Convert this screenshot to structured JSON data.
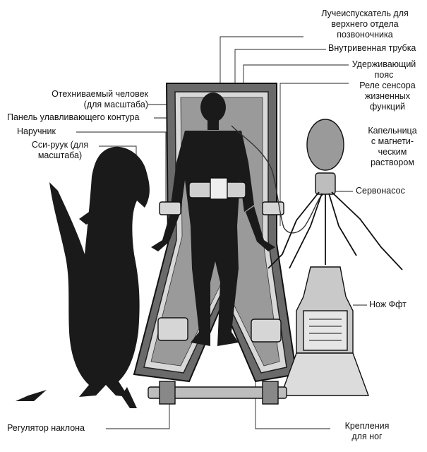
{
  "labels": {
    "spine_emitter": "Лучеиспускатель для\nверхнего отдела\nпозвоночника",
    "iv_tube": "Внутривенная трубка",
    "restraint_belt": "Удерживающий\nпояс",
    "vital_relay": "Реле сенсора\nжизненных\nфункций",
    "thawed_person": "Отехниваемый человек\n(для масштаба)",
    "capture_panel": "Панель улавливающего контура",
    "wrist_cuff": "Наручник",
    "ssi_ruuk": "Сси-руук (для\nмасштаба)",
    "iv_drip": "Капельница\nс магнети-\nческим\nраствором",
    "servo_pump": "Сервонасос",
    "fft_knife": "Нож Ффт",
    "tilt_regulator": "Регулятор наклона",
    "foot_mounts": "Крепления\nдля ног"
  }
}
